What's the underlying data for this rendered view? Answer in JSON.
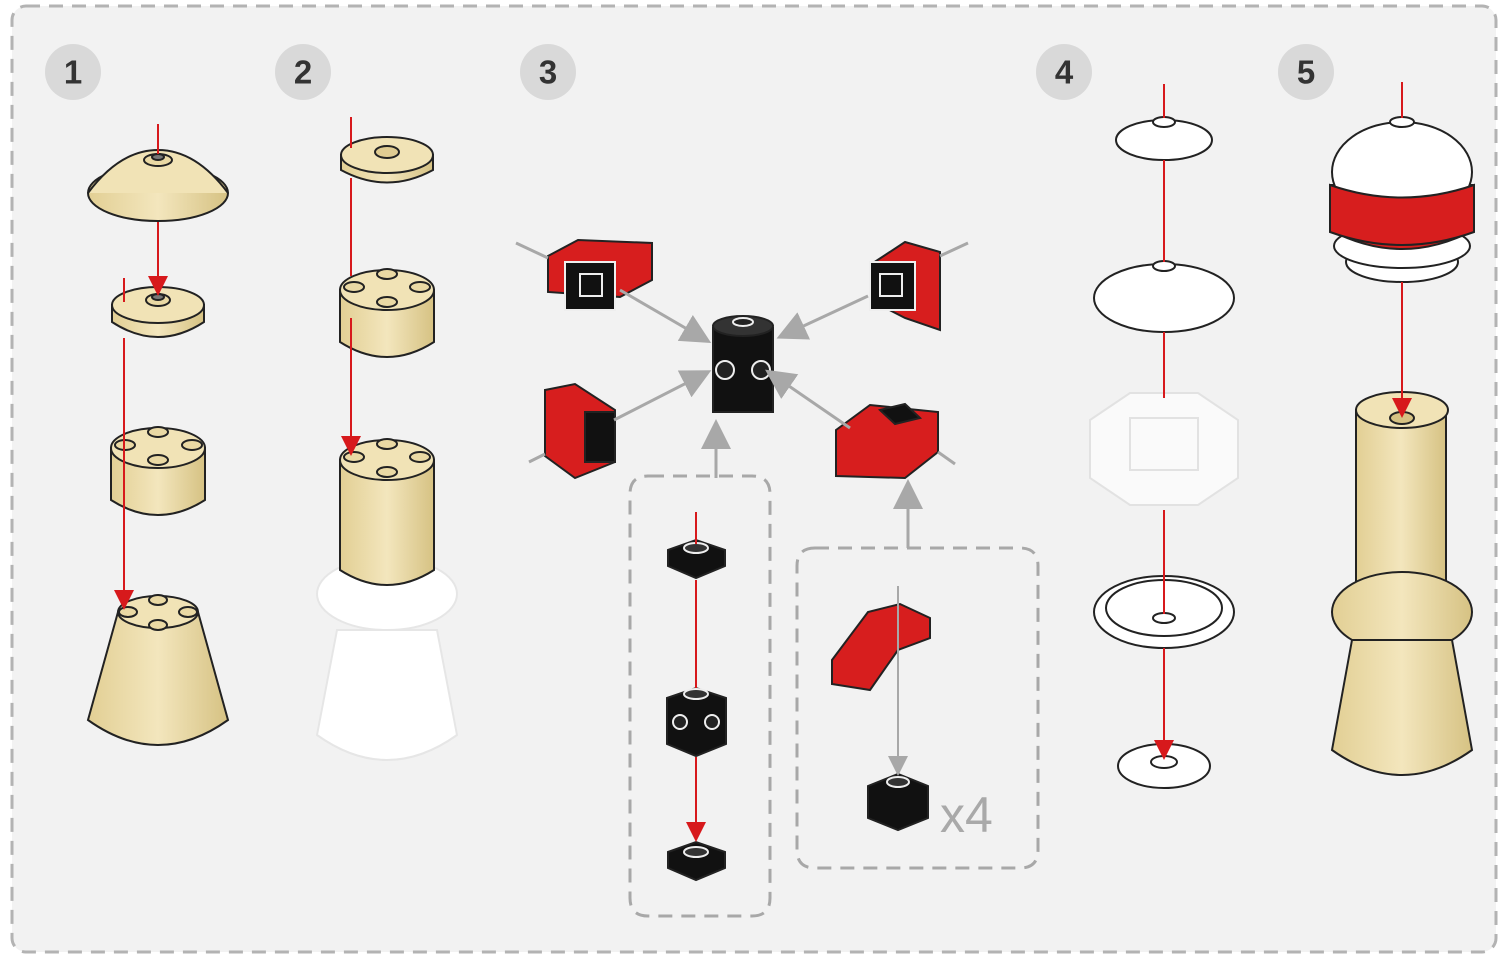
{
  "steps": [
    {
      "number": "1"
    },
    {
      "number": "2"
    },
    {
      "number": "3"
    },
    {
      "number": "4"
    },
    {
      "number": "5"
    }
  ],
  "sub_assembly": {
    "multiplier": "x4"
  },
  "colors": {
    "tan": "#ead9a4",
    "tan_shade": "#d6c283",
    "red": "#d71e1e",
    "black": "#111111",
    "white": "#ffffff",
    "arrow_red": "#d7191c",
    "arrow_gray": "#a8a8a8",
    "frame": "#b3b3b3",
    "panel": "#f2f2f2",
    "badge": "#d9d9d9"
  }
}
